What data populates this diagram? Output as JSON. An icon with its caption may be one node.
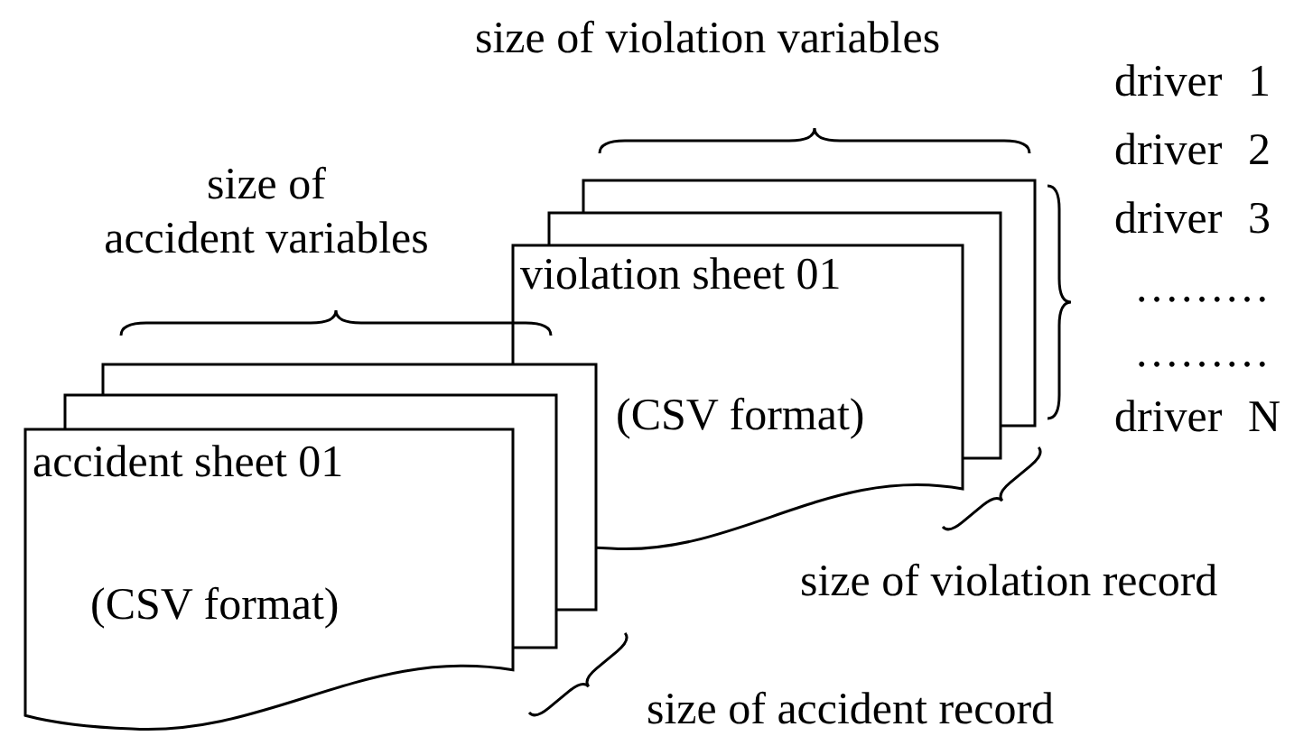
{
  "diagram": {
    "nodes": [
      {
        "text": [
          "violation sheet 01",
          "(CSV format)"
        ]
      },
      {
        "text": [
          "accident sheet 01",
          "(CSV format)"
        ]
      }
    ],
    "labels": [
      "size of violation variables",
      "driver 1",
      "driver 2",
      "size of accident variables",
      "driver 3",
      "………",
      "………",
      "driver N",
      "size of violation record",
      "size of accident record"
    ]
  }
}
